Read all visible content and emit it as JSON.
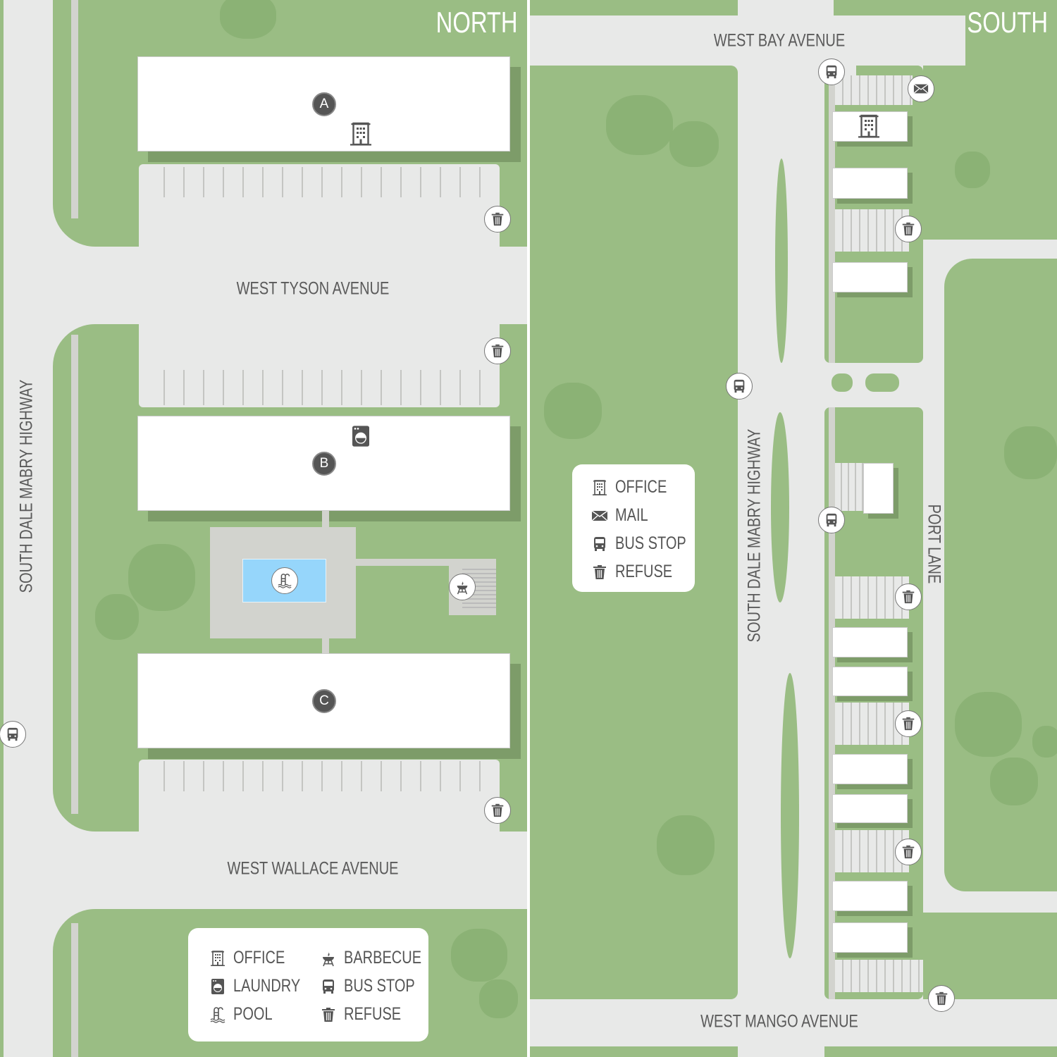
{
  "panels": {
    "north": {
      "title": "NORTH"
    },
    "south": {
      "title": "SOUTH"
    }
  },
  "streets": {
    "west_tyson": "WEST TYSON AVENUE",
    "west_wallace": "WEST WALLACE AVENUE",
    "dale_mabry_left": "SOUTH DALE MABRY HIGHWAY",
    "dale_mabry_right": "SOUTH DALE MABRY HIGHWAY",
    "west_bay": "WEST BAY AVENUE",
    "west_mango": "WEST MANGO AVENUE",
    "port_lane": "PORT LANE"
  },
  "buildings": {
    "a": "A",
    "b": "B",
    "c": "C"
  },
  "legend_north": {
    "office": "OFFICE",
    "laundry": "LAUNDRY",
    "pool": "POOL",
    "barbecue": "BARBECUE",
    "bus_stop": "BUS STOP",
    "refuse": "REFUSE"
  },
  "legend_south": {
    "office": "OFFICE",
    "mail": "MAIL",
    "bus_stop": "BUS STOP",
    "refuse": "REFUSE"
  },
  "colors": {
    "grass": "#9abd84",
    "road": "#e8e9e8",
    "pool": "#96d6fb",
    "icon": "#555555"
  }
}
